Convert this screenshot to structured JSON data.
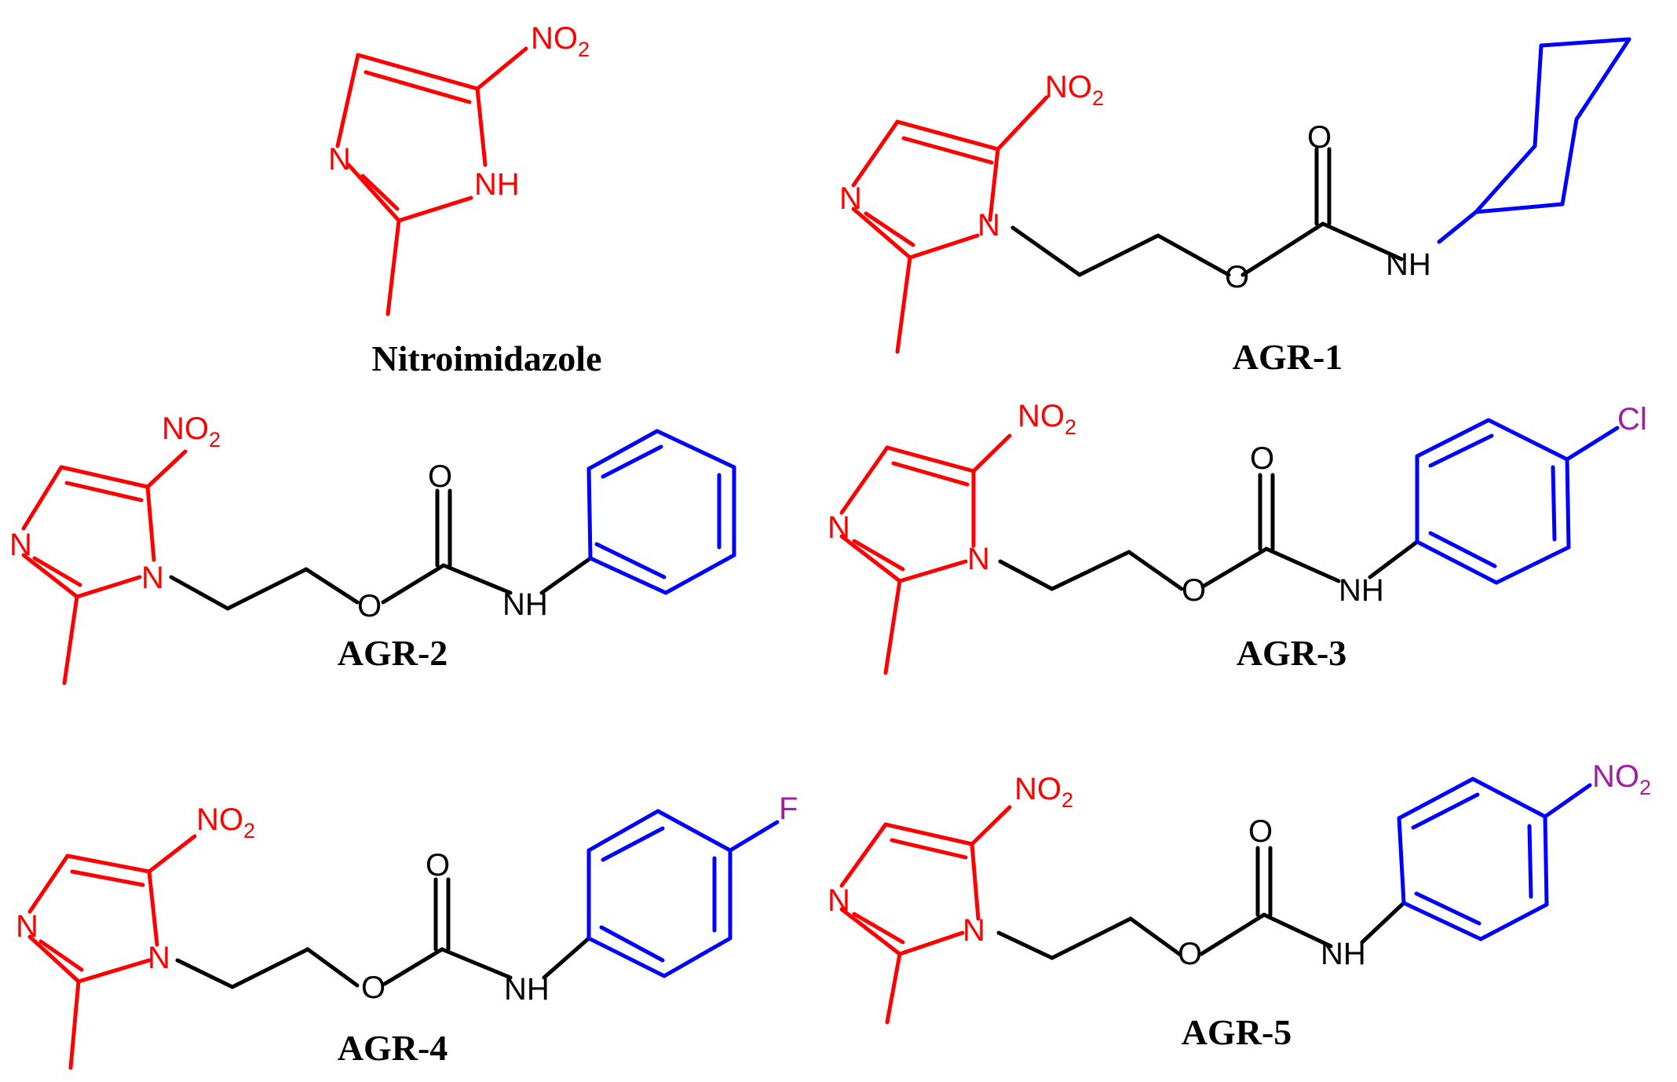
{
  "colors": {
    "core": "#ff0000",
    "linker": "#000000",
    "ring": "#0000ff",
    "substituent": "#a020a0",
    "caption": "#000000"
  },
  "atoms": {
    "nitro": "NO",
    "nitro_sub": "2",
    "n": "N",
    "nh": "NH",
    "o": "O",
    "cl": "Cl",
    "f": "F"
  },
  "structures": [
    {
      "id": "nitroimidazole",
      "name": "Nitroimidazole"
    },
    {
      "id": "agr1",
      "name": "AGR-1",
      "substituent": "cyclohexyl"
    },
    {
      "id": "agr2",
      "name": "AGR-2",
      "substituent": "phenyl"
    },
    {
      "id": "agr3",
      "name": "AGR-3",
      "substituent": "4-chlorophenyl"
    },
    {
      "id": "agr4",
      "name": "AGR-4",
      "substituent": "4-fluorophenyl"
    },
    {
      "id": "agr5",
      "name": "AGR-5",
      "substituent": "4-nitrophenyl"
    }
  ]
}
